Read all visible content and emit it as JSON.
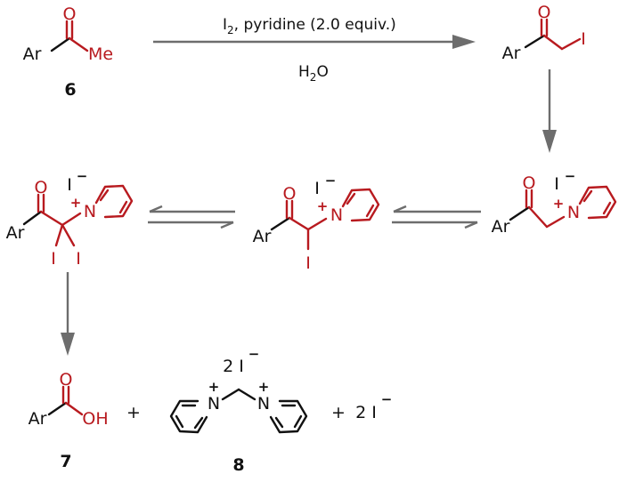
{
  "labels": {
    "ar": "Ar",
    "o": "O",
    "me": "Me",
    "i": "I",
    "n": "N",
    "oh": "OH",
    "plus_charge": "+",
    "minus_charge": "−",
    "plus": "+",
    "two_iodide": "2 I"
  },
  "compounds": {
    "c6": "6",
    "c7": "7",
    "c8": "8"
  },
  "conditions": {
    "reagent_main": "I",
    "reagent_sub": "2",
    "reagent_rest": ", pyridine (2.0 equiv.)",
    "solvent_main": "H",
    "solvent_sub": "2",
    "solvent_rest": "O"
  },
  "colors": {
    "black": "#111111",
    "red": "#b81a1f",
    "arrow": "#6d6d6d"
  }
}
